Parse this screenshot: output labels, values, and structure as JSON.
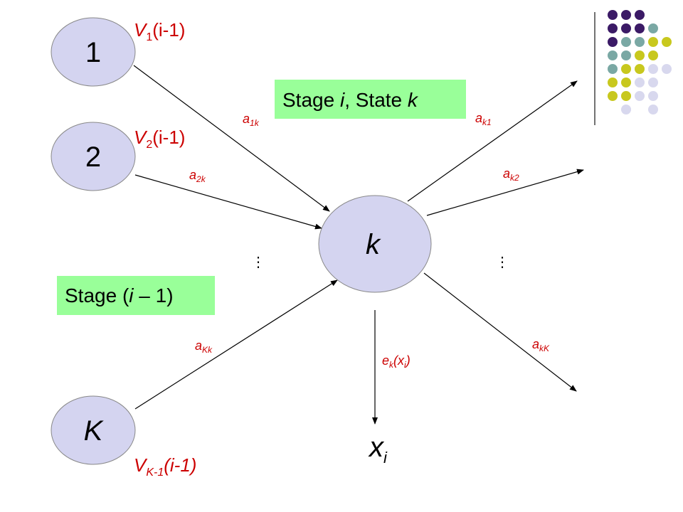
{
  "colors": {
    "node_fill": "#d4d4f0",
    "node_stroke": "#888888",
    "label_red": "#cc0000",
    "box_green": "#99ff99",
    "deco_purple": "#3b1a66",
    "deco_teal": "#7aa8a4",
    "deco_olive": "#c8c81e",
    "deco_lavender": "#d8d8ee"
  },
  "nodes": {
    "n1": "1",
    "n2": "2",
    "nK": "K",
    "center": "k"
  },
  "values": {
    "v1_main": "V",
    "v1_sub": "1",
    "v1_tail": "(i-1)",
    "v2_main": "V",
    "v2_sub": "2",
    "v2_tail": "(i-1)",
    "vk_main": "V",
    "vk_sub": "K-1",
    "vk_tail": "(i-1)"
  },
  "edges_in": {
    "a1k_main": "a",
    "a1k_sub": "1k",
    "a2k_main": "a",
    "a2k_sub": "2k",
    "aKk_main": "a",
    "aKk_sub": "Kk"
  },
  "edges_out": {
    "ak1_main": "a",
    "ak1_sub": "k1",
    "ak2_main": "a",
    "ak2_sub": "k2",
    "akK_main": "a",
    "akK_sub": "kK"
  },
  "emission": {
    "e_main": "e",
    "e_sub": "k",
    "e_open": "(x",
    "e_sub2": "i",
    "e_close": ")",
    "x_main": "x",
    "x_sub": "i"
  },
  "boxes": {
    "stage_i_prefix": "Stage ",
    "stage_i_var": "i",
    "stage_i_suffix": ", State ",
    "stage_i_state": "k",
    "stage_prev_prefix": "Stage (",
    "stage_prev_var": "i",
    "stage_prev_suffix": " – 1)"
  },
  "ellipsis": {
    "left": "⋮",
    "right": "⋮"
  }
}
